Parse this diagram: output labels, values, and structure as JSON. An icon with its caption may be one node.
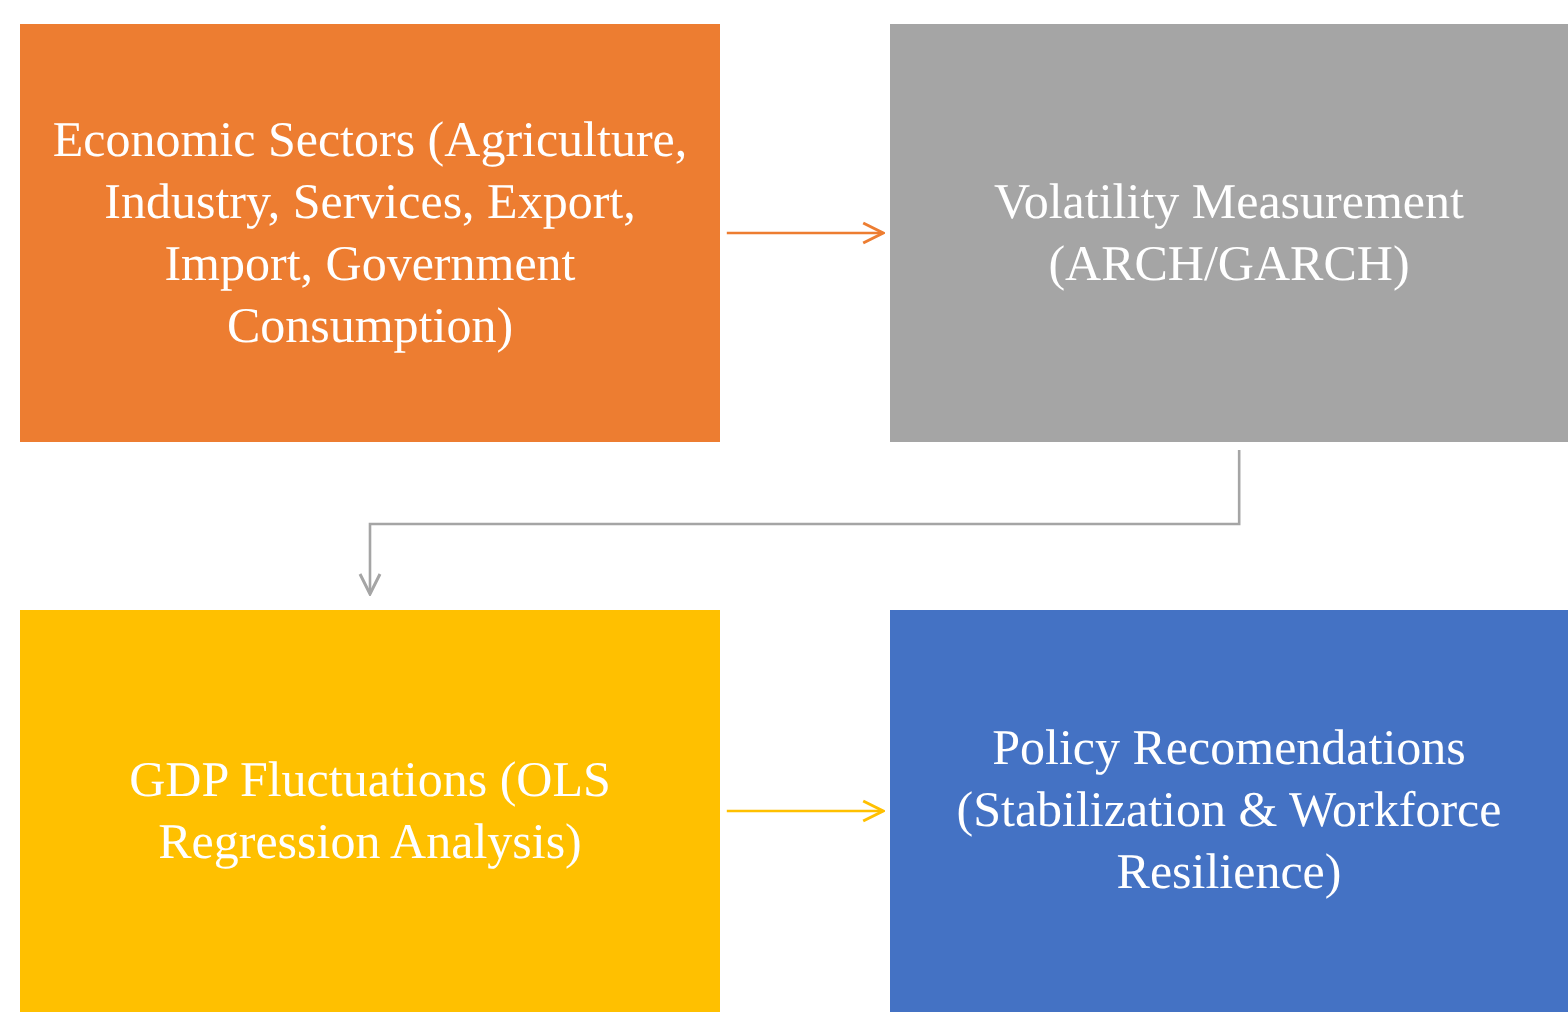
{
  "diagram": {
    "nodes": [
      {
        "text": [
          "Economic Sectors (Agriculture, Industry, Services, Export, Import, Government Consumption)"
        ]
      },
      {
        "text": [
          "Volatility Measurement (ARCH/GARCH)"
        ]
      },
      {
        "text": [
          "GDP Fluctuations (OLS Regression Analysis)"
        ]
      },
      {
        "text": [
          "Policy Recomendations (Stabilization & Workforce Resilience)"
        ]
      }
    ],
    "edges": [
      {
        "from": 0,
        "to": 1,
        "arrow": "to",
        "color": "#ed7d31"
      },
      {
        "from": 1,
        "to": 2,
        "arrow": "to",
        "color": "#a5a5a5"
      },
      {
        "from": 2,
        "to": 3,
        "arrow": "to",
        "color": "#ffc000"
      }
    ]
  }
}
